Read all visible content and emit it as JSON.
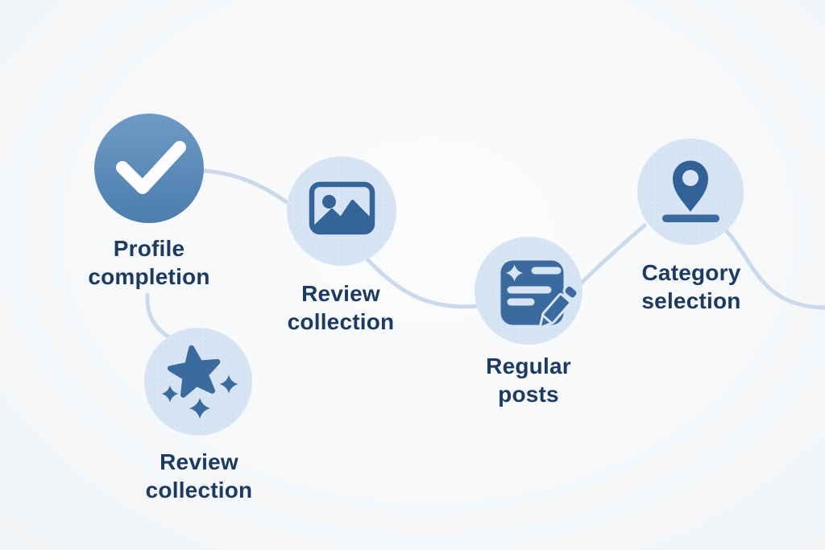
{
  "diagram": {
    "type": "process-flow-infographic",
    "description": "Five circular step badges connected by a winding light-blue path",
    "colors": {
      "background": "#f5f7f9",
      "primary_circle_gradient_top": "#6e9bc5",
      "primary_circle_gradient_bottom": "#4c7dae",
      "light_circle": "#d7e4f3",
      "icon_blue": "#3a6a9e",
      "pin_blue": "#326197",
      "checkmark_white": "#fdfdfd",
      "connector_line": "#cbdaeb",
      "label_text": "#1d3b62"
    }
  },
  "steps": [
    {
      "id": "profile-completion",
      "label": "Profile completion",
      "lines": [
        "Profile",
        "completion"
      ],
      "icon": "checkmark-icon",
      "emphasis": "primary"
    },
    {
      "id": "review-collection-photos",
      "label": "Review collection",
      "lines": [
        "Review",
        "collection"
      ],
      "icon": "photo-icon",
      "emphasis": "secondary"
    },
    {
      "id": "review-collection-stars",
      "label": "Review collection",
      "lines": [
        "Review",
        "collection"
      ],
      "icon": "sparkle-stars-icon",
      "emphasis": "secondary"
    },
    {
      "id": "regular-posts",
      "label": "Regular posts",
      "lines": [
        "Regular",
        "posts"
      ],
      "icon": "document-pencil-icon",
      "emphasis": "secondary"
    },
    {
      "id": "category-selection",
      "label": "Category selection",
      "lines": [
        "Category",
        "selection"
      ],
      "icon": "location-pin-icon",
      "emphasis": "secondary"
    }
  ],
  "connections": [
    {
      "from": "profile-completion",
      "to": "review-collection-photos"
    },
    {
      "from": "profile-completion",
      "to": "review-collection-stars"
    },
    {
      "from": "review-collection-photos",
      "to": "regular-posts"
    },
    {
      "from": "regular-posts",
      "to": "category-selection"
    },
    {
      "from": "category-selection",
      "to": "right-edge"
    }
  ]
}
